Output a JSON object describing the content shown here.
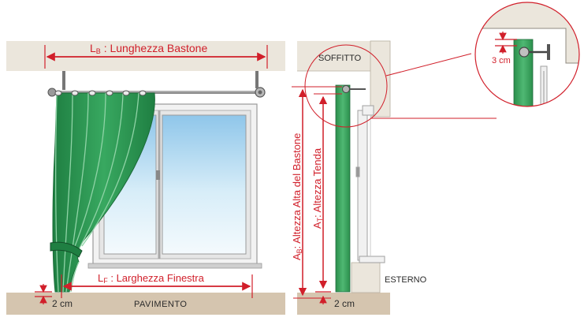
{
  "front_view": {
    "rod_length": {
      "letter": "L",
      "sub": "B",
      "text": " : Lunghezza Bastone"
    },
    "window_width": {
      "letter": "L",
      "sub": "F",
      "text": " : Larghezza Finestra"
    },
    "floor_gap": "2 cm",
    "floor_label": "PAVIMENTO"
  },
  "side_view": {
    "ceiling_label": "SOFFITTO",
    "outside_label": "ESTERNO",
    "rod_height": {
      "letter": "A",
      "sub": "B",
      "text": ": Altezza Alta del Bastone"
    },
    "curtain_height": {
      "letter": "A",
      "sub": "T",
      "text": ": Altezza Tenda"
    },
    "floor_gap": "2 cm"
  },
  "detail": {
    "ceiling_gap": "3 cm"
  },
  "colors": {
    "accent_red": "#d11f2a",
    "curtain_green": "#2f9a52",
    "ceiling_beige": "#ebe6dc",
    "floor_brown": "#d5c5af",
    "glass_blue": "#cfe8f5"
  }
}
